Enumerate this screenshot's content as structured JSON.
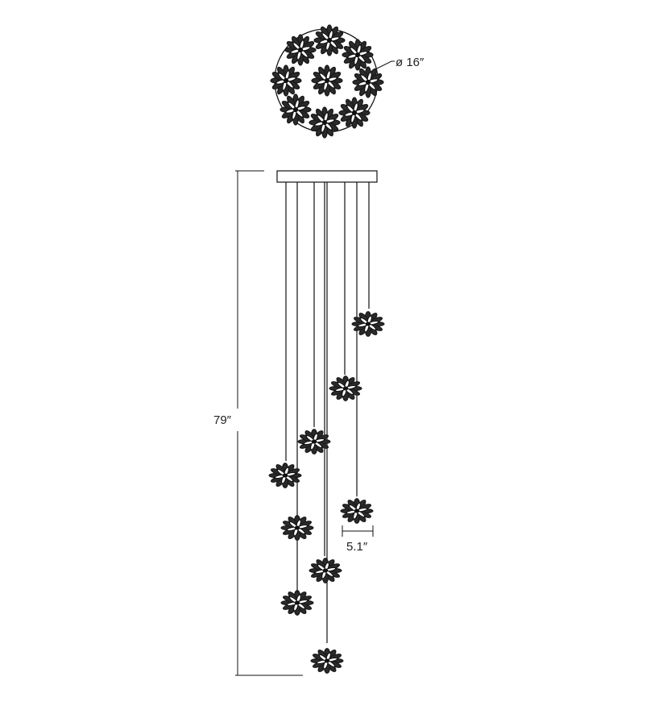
{
  "labels": {
    "diameter": "ø 16″",
    "height": "79″",
    "shade_width": "5.1″"
  },
  "colors": {
    "ink": "#111111",
    "canopy_fill": "#ffffff",
    "shade": "#1a1a1a"
  }
}
